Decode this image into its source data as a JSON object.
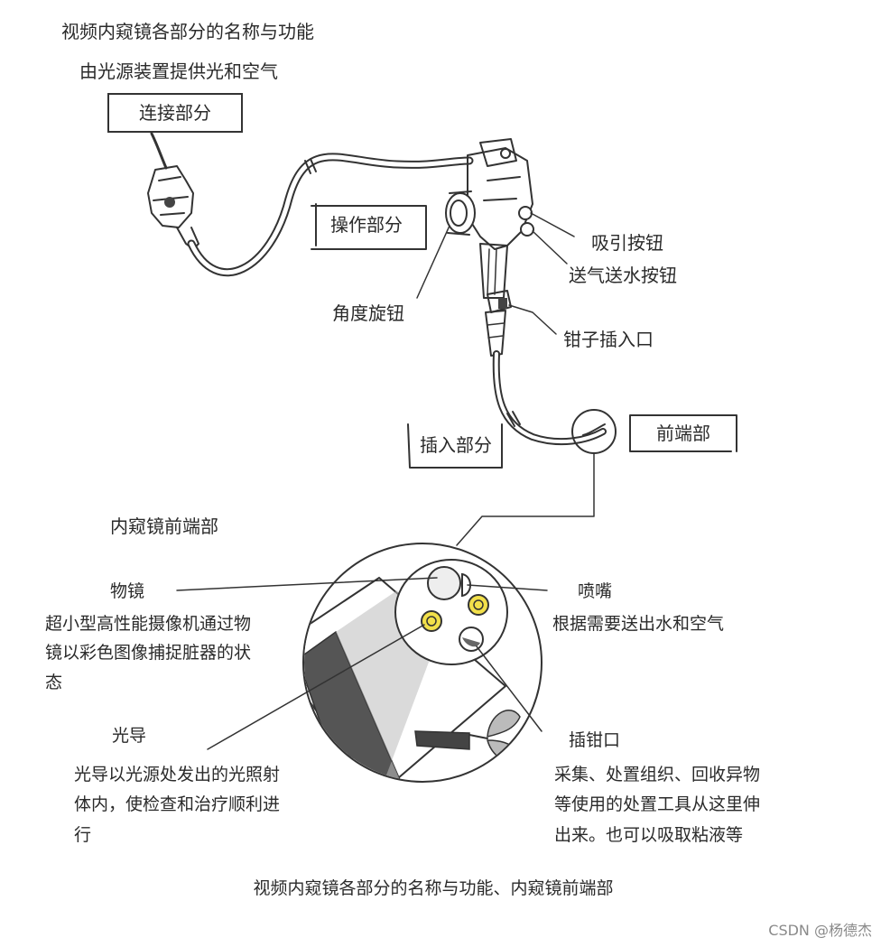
{
  "title_top": "视频内窥镜各部分的名称与功能",
  "light_source_note": "由光源装置提供光和空气",
  "labels": {
    "connection": "连接部分",
    "operation": "操作部分",
    "suction_button": "吸引按钮",
    "air_water_button": "送气送水按钮",
    "angle_knob": "角度旋钮",
    "forceps_inlet": "钳子插入口",
    "insertion": "插入部分",
    "distal_end": "前端部"
  },
  "tip_section": {
    "title": "内窥镜前端部",
    "objective_lens": "物镜",
    "objective_desc": [
      "超小型高性能摄像机通过物",
      "镜以彩色图像捕捉脏器的状",
      "态"
    ],
    "nozzle": "喷嘴",
    "nozzle_desc": "根据需要送出水和空气",
    "light_guide": "光导",
    "light_guide_desc": [
      "光导以光源处发出的光照射",
      "体内，使检查和治疗顺利进",
      "行"
    ],
    "forceps_channel": "插钳口",
    "forceps_desc": [
      "采集、处置组织、回收异物",
      "等使用的处置工具从这里伸",
      "出来。也可以吸取粘液等"
    ]
  },
  "caption": "视频内窥镜各部分的名称与功能、内窥镜前端部",
  "watermark": "CSDN @杨德杰",
  "colors": {
    "ink": "#333333",
    "lens_yellow": "#f2e04a",
    "sleeve_dark": "#555555"
  }
}
